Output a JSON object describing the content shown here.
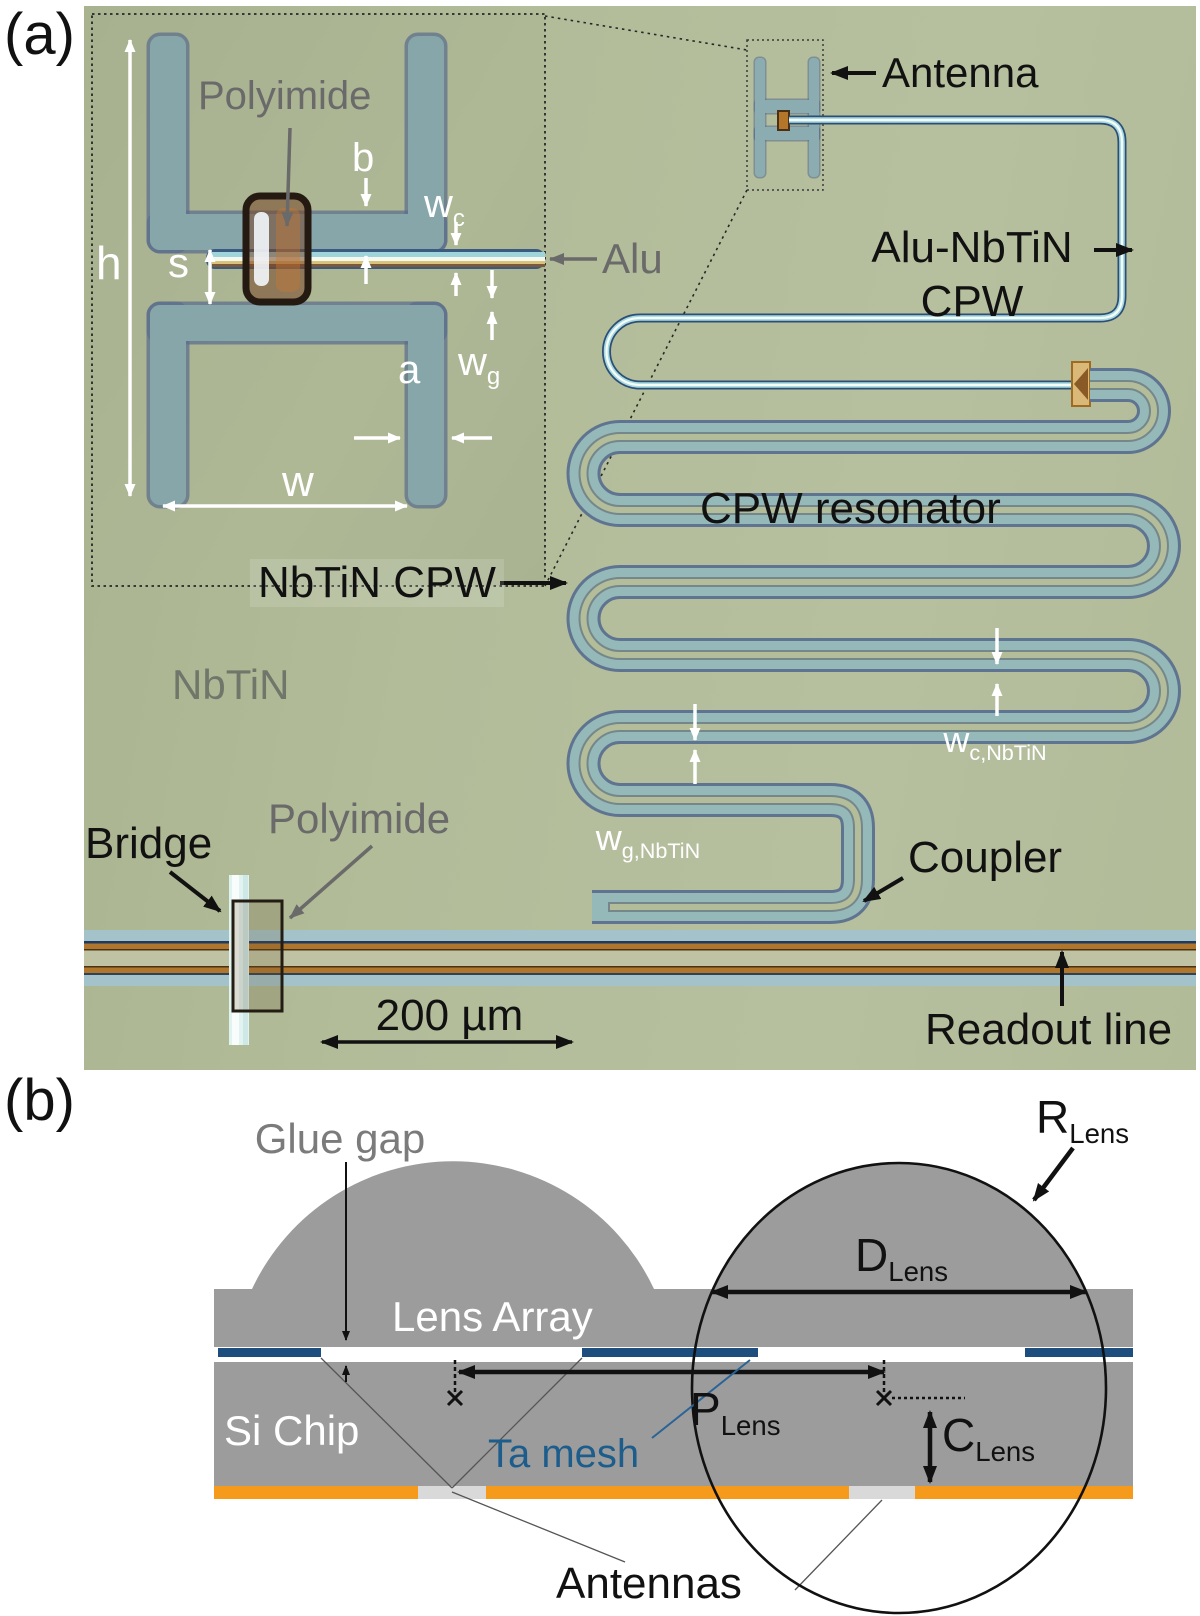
{
  "figure": {
    "type": "two-panel scientific figure",
    "panel_a_kind": "microscope photograph of MKID chip",
    "panel_b_kind": "cross-section schematic of lens array on Si chip"
  },
  "panel_a": {
    "tag": "(a)",
    "inset": {
      "polyimide": "Polyimide",
      "h": "h",
      "s": "s",
      "b": "b",
      "wc": {
        "base": "w",
        "sub": "c"
      },
      "wg": {
        "base": "w",
        "sub": "g"
      },
      "a": "a",
      "w": "w",
      "alu": "Alu"
    },
    "antenna": "Antenna",
    "alu_nbtin_line1": "Alu-NbTiN",
    "alu_nbtin_line2": "CPW",
    "cpw_resonator": "CPW resonator",
    "nbtin_cpw": "NbTiN CPW",
    "nbtin": "NbTiN",
    "wc_nbtin": {
      "base": "w",
      "sub": "c,NbTiN"
    },
    "wg_nbtin": {
      "base": "w",
      "sub": "g,NbTiN"
    },
    "bridge": "Bridge",
    "polyimide": "Polyimide",
    "coupler": "Coupler",
    "scale_bar": "200 µm",
    "readout_line": "Readout line"
  },
  "panel_b": {
    "tag": "(b)",
    "glue_gap": "Glue gap",
    "r_lens": {
      "base": "R",
      "sub": "Lens"
    },
    "lens_array": "Lens Array",
    "d_lens": {
      "base": "D",
      "sub": "Lens"
    },
    "si_chip": "Si Chip",
    "ta_mesh": "Ta mesh",
    "p_lens": {
      "base": "P",
      "sub": "Lens"
    },
    "c_lens": {
      "base": "C",
      "sub": "Lens"
    },
    "antennas": "Antennas"
  },
  "colors": {
    "photo_background": "#b2bc99",
    "nbtin_cpw_teal": "#95b8b9",
    "thin_cpw_white": "#f6fbf4",
    "readout_orange": "#b0762c",
    "lens_gray": "#9c9c9c",
    "ta_mesh_blue": "#1d4e7d",
    "antenna_layer_orange": "#f59a1b",
    "glue_gap_white": "#ffffff"
  }
}
